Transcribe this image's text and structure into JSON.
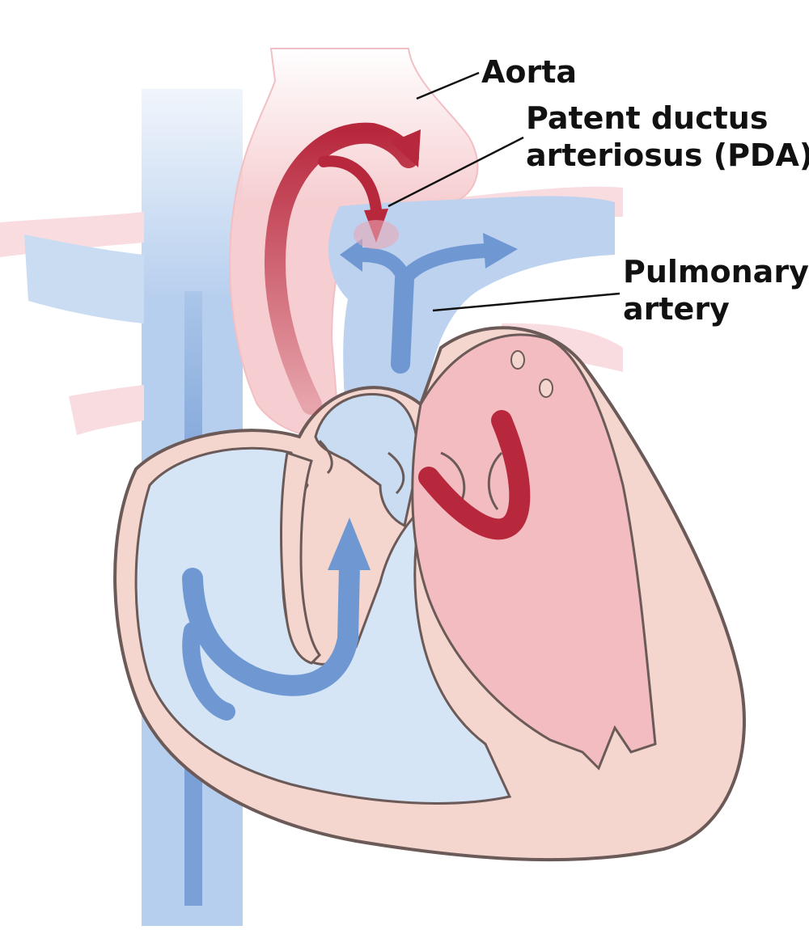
{
  "labels": {
    "aorta": "Aorta",
    "pda_line1": "Patent ductus",
    "pda_line2": "arteriosus (PDA)",
    "pulmonary_line1": "Pulmonary",
    "pulmonary_line2": "artery"
  },
  "colors": {
    "oxygenated_blood": "#b8283d",
    "deoxygenated_blood": "#6f98d3",
    "aorta_vessel": "#f6cdd0",
    "vein_vessel": "#b7cfee",
    "heart_wall": "#f4d6ce",
    "left_ventricle": "#f2bcc0",
    "right_ventricle": "#d5e5f6",
    "outline": "#6b5a58"
  },
  "icons": [
    "red-flow-arrow",
    "blue-flow-arrow",
    "leader-line"
  ]
}
